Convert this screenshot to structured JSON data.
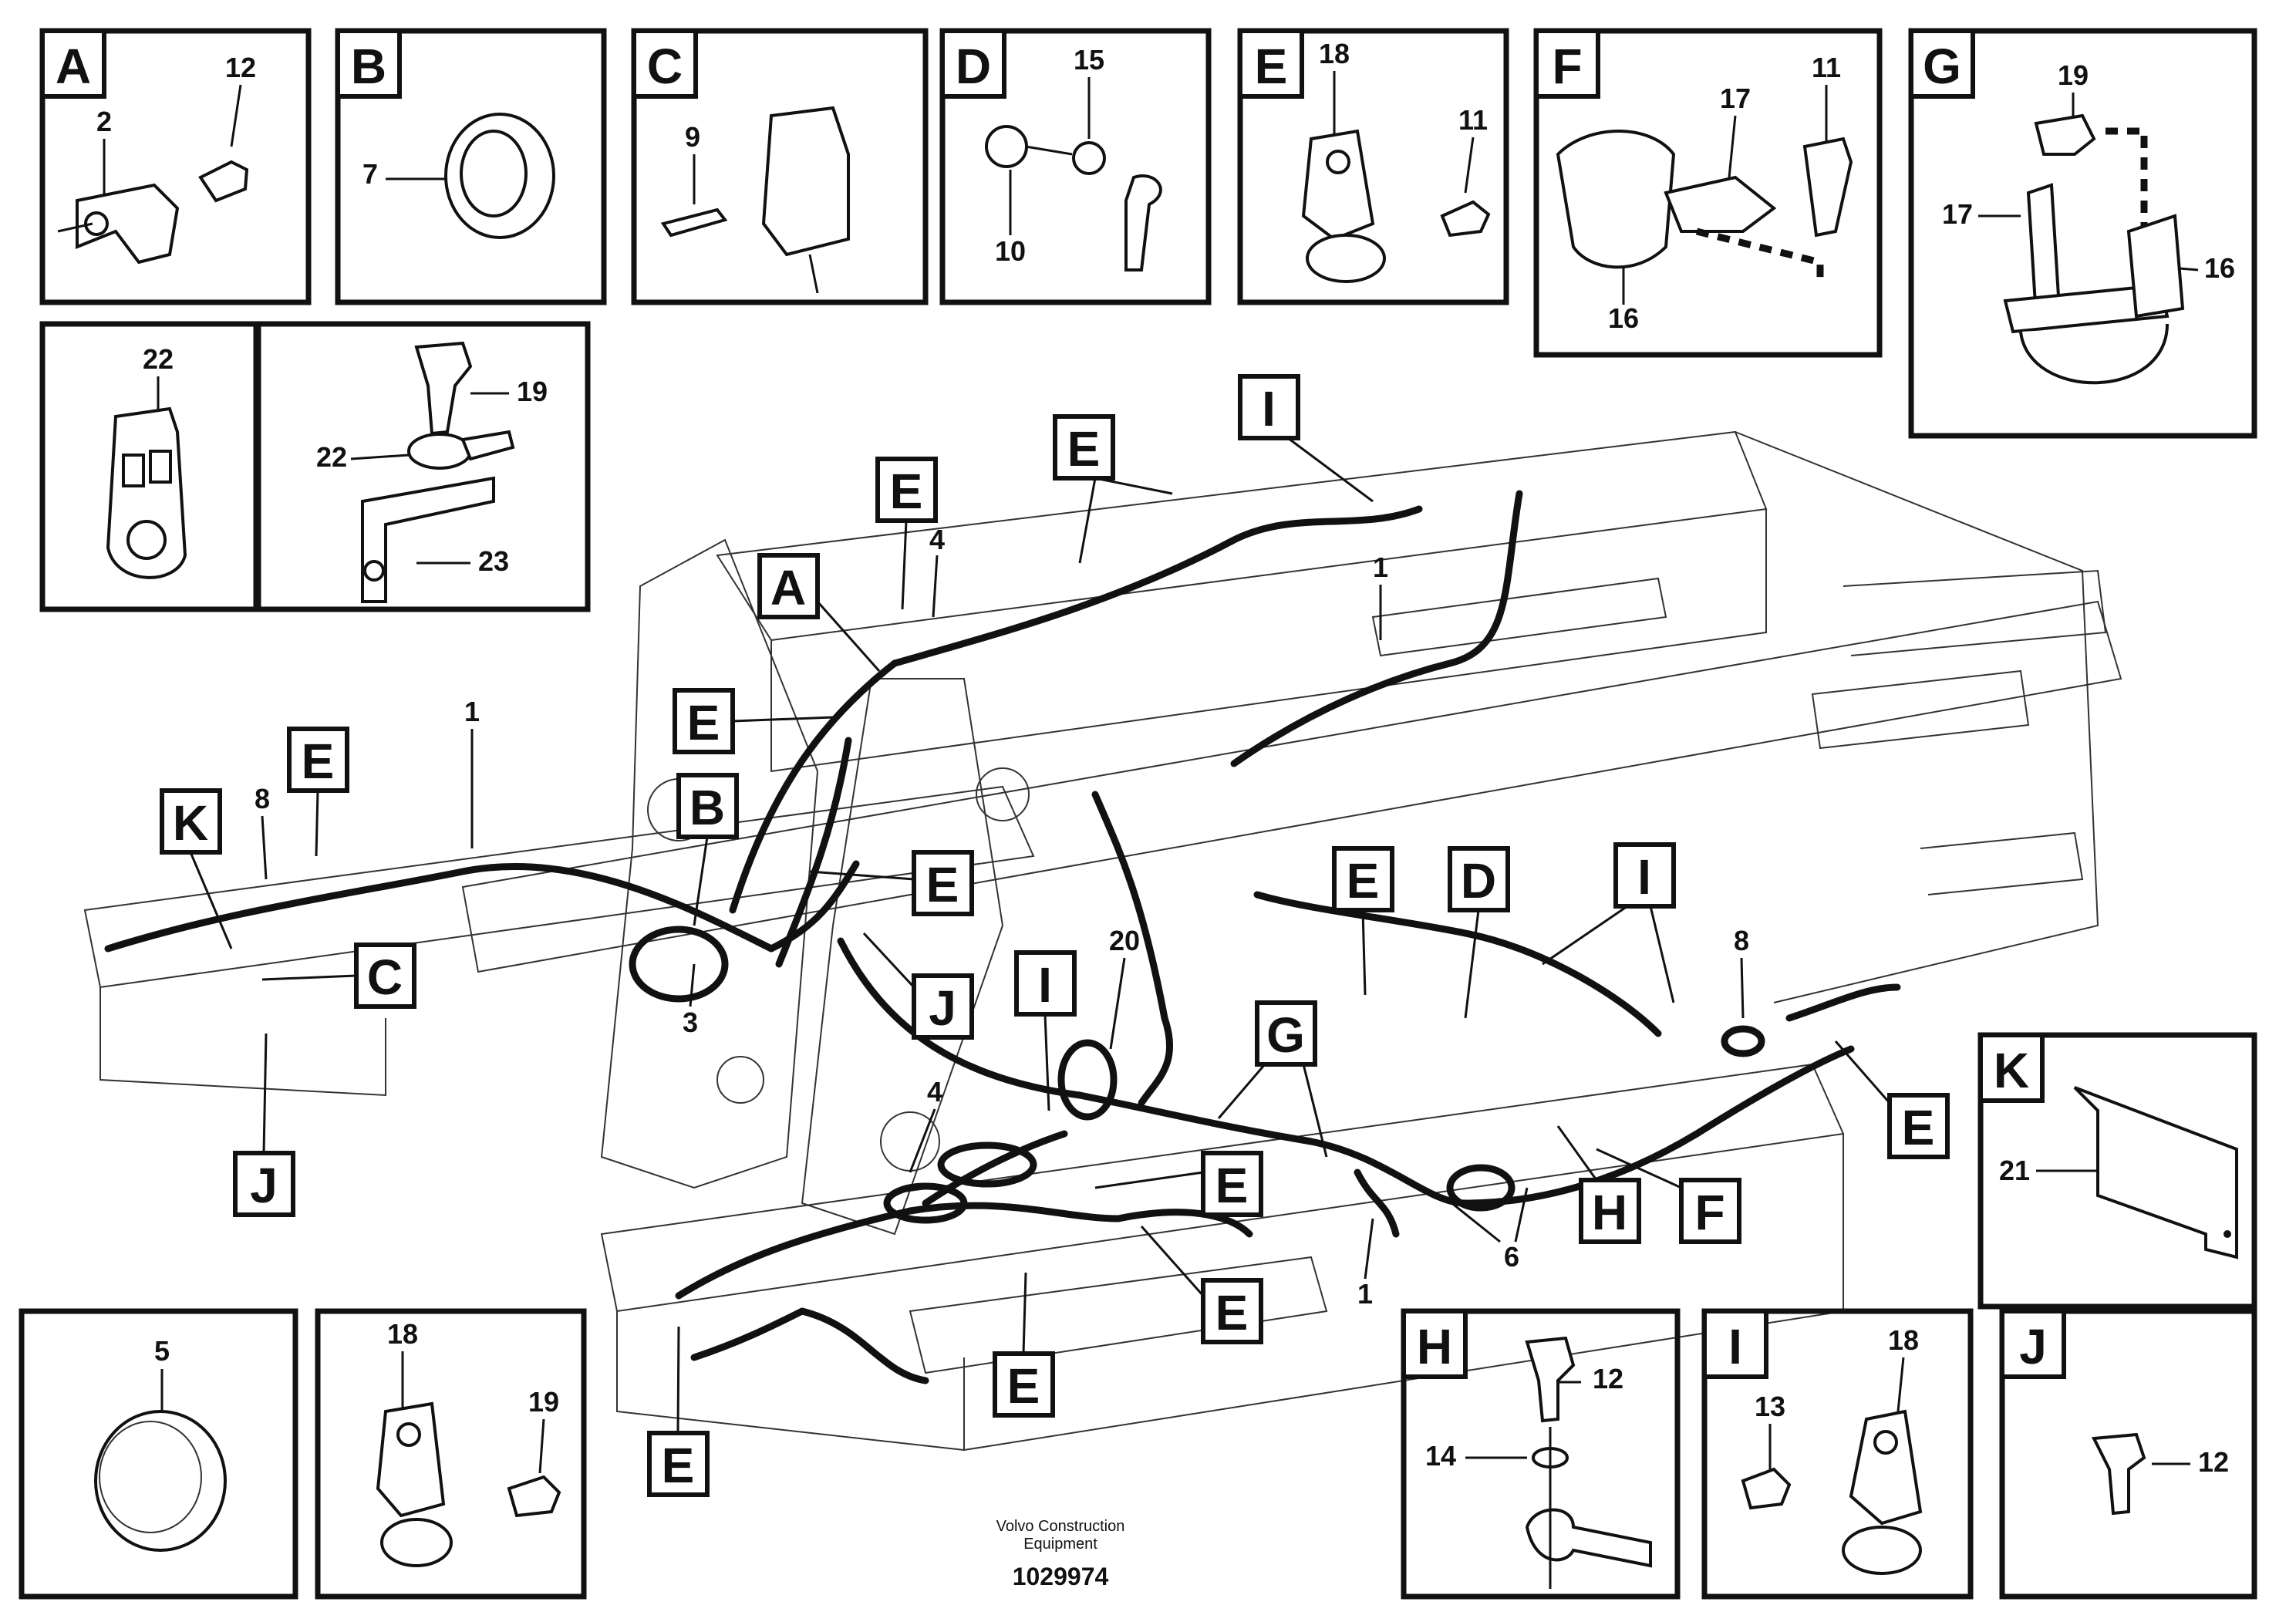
{
  "detail_panels": {
    "A": {
      "letter": "A",
      "callouts": [
        "2",
        "12"
      ]
    },
    "B": {
      "letter": "B",
      "callouts": [
        "7"
      ]
    },
    "C": {
      "letter": "C",
      "callouts": [
        "9"
      ]
    },
    "D": {
      "letter": "D",
      "callouts": [
        "15",
        "10"
      ]
    },
    "E": {
      "letter": "E",
      "callouts": [
        "18",
        "11"
      ]
    },
    "F": {
      "letter": "F",
      "callouts": [
        "17",
        "11",
        "16"
      ]
    },
    "G": {
      "letter": "G",
      "callouts": [
        "19",
        "17",
        "16"
      ]
    },
    "p22": {
      "callouts": [
        "22"
      ]
    },
    "p19": {
      "callouts": [
        "19",
        "22",
        "23"
      ]
    },
    "K": {
      "letter": "K",
      "callouts": [
        "21"
      ]
    },
    "p5": {
      "callouts": [
        "5"
      ]
    },
    "p18": {
      "callouts": [
        "18",
        "19"
      ]
    },
    "H": {
      "letter": "H",
      "callouts": [
        "12",
        "14"
      ]
    },
    "I": {
      "letter": "I",
      "callouts": [
        "18",
        "13"
      ]
    },
    "J": {
      "letter": "J",
      "callouts": [
        "12"
      ]
    }
  },
  "main_tags": [
    "E",
    "I",
    "E",
    "A",
    "E",
    "E",
    "K",
    "B",
    "E",
    "C",
    "J",
    "J",
    "I",
    "G",
    "E",
    "D",
    "I",
    "E",
    "E",
    "E",
    "H",
    "F",
    "E",
    "E"
  ],
  "main_callouts": [
    "4",
    "1",
    "1",
    "8",
    "3",
    "20",
    "4",
    "6",
    "1",
    "8"
  ],
  "footer": {
    "company_line1": "Volvo Construction",
    "company_line2": "Equipment",
    "doc_number": "1029974"
  }
}
